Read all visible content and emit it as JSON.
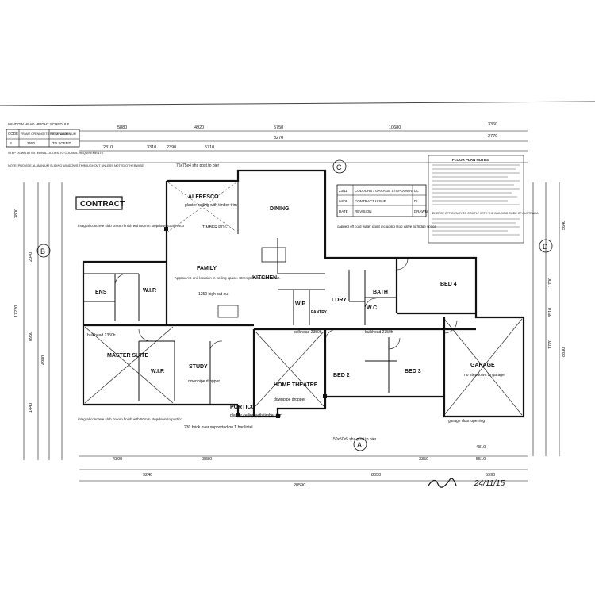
{
  "header": {
    "schedule_title": "WINDOW HEAD HEIGHT SCHEDULE",
    "schedule_col_code": "CODE",
    "schedule_col_a": "FRAME OPENING ITS FROM FLOOR",
    "schedule_col_b": "S/F OF ALUMINIUM",
    "schedule_row": [
      "S",
      "2550",
      "TO SOFFIT"
    ],
    "schedule_note": "STEP DOWN AT EXTERNAL DOORS TO COUNCIL REQUIREMENTS",
    "slide_note": "NOTE: PROVIDE ALUMINIUM SLIDING WINDOWS THROUGHOUT UNLESS NOTED OTHERWISE"
  },
  "stamp": {
    "label": "CONTRACT"
  },
  "rooms": {
    "alfresco": "ALFRESCO",
    "dining": "DINING",
    "family": "FAMILY",
    "kitchen": "KITCHEN",
    "ens": "ENS",
    "wir1": "W.I.R",
    "master": "MASTER SUITE",
    "study": "STUDY",
    "wir2": "W.I.R",
    "home_theatre": "HOME THEATRE",
    "bed2": "BED 2",
    "bed3": "BED 3",
    "bed4": "BED 4",
    "bath": "BATH",
    "wc": "W.C",
    "ldry": "LDRY",
    "garage": "GARAGE",
    "portico": "PORTICO",
    "wip": "WIP",
    "pantry": "PANTRY"
  },
  "notes": {
    "alfresco_ceiling": "plaster ceiling with timber trim",
    "timber_post": "TIMBER POST",
    "slab1": "integral concrete slab broom finish with 50mm stepdown to alfresco",
    "slab2": "integral concrete slab broom finish with 50mm stepdown to portico",
    "family_ac": "Approx AC unit location in ceiling space. Strengthen trusses to suit.",
    "bench": "1250 high cut out",
    "garage_note": "no stepdown to garage",
    "portico_ceiling": "plaster ceiling with timber trim",
    "brick": "230 brick over supported on T bar lintel",
    "post": "75x75x4 shs post to pier",
    "post2": "50x50x5 shs post to pier",
    "downpipe": "downpipe dropper",
    "bulkhead": "bulkhead 2350h",
    "fridge": "capped off cold water point including stop valve to fridge space",
    "garage_door": "garage door opening"
  },
  "legend": {
    "rows": [
      [
        "23/11",
        "COLOURS / GARAGE STEPDOWN",
        "DL"
      ],
      [
        "04/09",
        "CONTRACT ISSUE",
        "DL"
      ],
      [
        "DATE",
        "REVISION",
        "DRAWN"
      ]
    ],
    "plan_notes_title": "FLOOR PLAN NOTES",
    "energy_title": "ENERGY EFFICIENCY TO COMPLY WITH THE BUILDING CODE OF AUSTRALIA"
  },
  "dimensions": {
    "top": [
      "5880",
      "4920",
      "5750",
      "10680",
      "3360"
    ],
    "top_sub": [
      "2310",
      "3310",
      "2390",
      "5710",
      "3270",
      "2770"
    ],
    "bottom": [
      "4300",
      "3380",
      "3350",
      "4810",
      "5510"
    ],
    "bottom_total": [
      "9240",
      "8050",
      "5990",
      "20590"
    ],
    "left": [
      "3800",
      "2040",
      "17220",
      "8950",
      "4980",
      "1440"
    ],
    "right": [
      "5640",
      "1700",
      "3510",
      "1770",
      "8830"
    ]
  },
  "grid_markers": [
    "A",
    "B",
    "C",
    "D"
  ],
  "signature": {
    "date": "24/11/15"
  }
}
